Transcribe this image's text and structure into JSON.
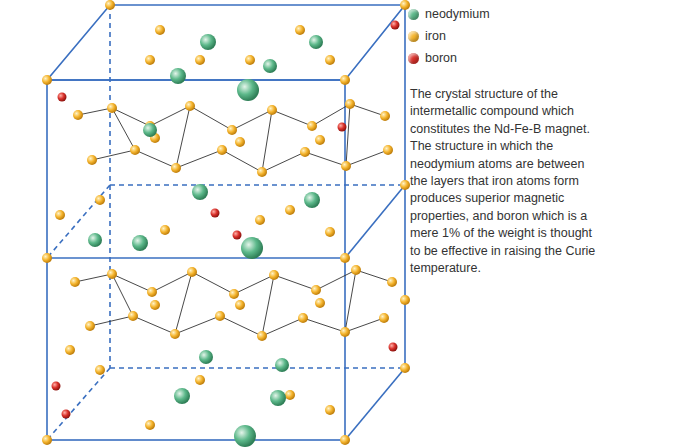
{
  "diagram": {
    "caption": "The crystal structure of the intermetallic compound which constitutes the Nd-Fe-B magnet. The structure in which the neodymium atoms are between the layers that iron atoms form produces superior magnetic properties, and boron which is a mere 1% of the weight is thought to be effective in raising the Curie temperature.",
    "legend": [
      {
        "text": "neodymium",
        "color": "#5cb88a"
      },
      {
        "text": "iron",
        "color": "#f5b52e"
      },
      {
        "text": "boron",
        "color": "#d9302a"
      }
    ]
  }
}
